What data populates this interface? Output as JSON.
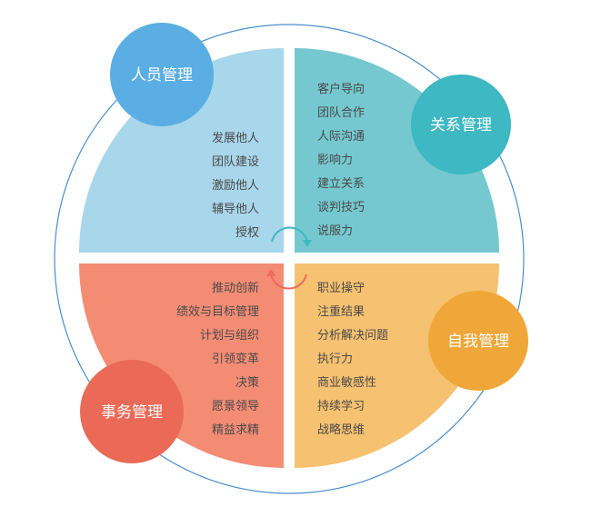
{
  "diagram": {
    "colors": {
      "top_left": "#a8d6ea",
      "top_right": "#75c8cf",
      "bottom_left": "#f48c74",
      "bottom_right": "#f6c170",
      "circle_top_left": "#5aaee3",
      "circle_top_right": "#3eb8c2",
      "circle_bottom_left": "#ea6a57",
      "circle_bottom_right": "#efa73a",
      "arrow_top": "#3fb7c4",
      "arrow_bottom": "#ee6a5c",
      "outer_ring": "#4a8fd0"
    },
    "quadrants": {
      "people": {
        "title": "人员管理",
        "items": [
          "发展他人",
          "团队建设",
          "激励他人",
          "辅导他人",
          "授权"
        ]
      },
      "relations": {
        "title": "关系管理",
        "items": [
          "客户导向",
          "团队合作",
          "人际沟通",
          "影响力",
          "建立关系",
          "谈判技巧",
          "说服力"
        ]
      },
      "affairs": {
        "title": "事务管理",
        "items": [
          "推动创新",
          "绩效与目标管理",
          "计划与组织",
          "引领变革",
          "决策",
          "愿景领导",
          "精益求精"
        ]
      },
      "self": {
        "title": "自我管理",
        "items": [
          "职业操守",
          "注重结果",
          "分析解决问题",
          "执行力",
          "商业敏感性",
          "持续学习",
          "战略思维"
        ]
      }
    }
  }
}
